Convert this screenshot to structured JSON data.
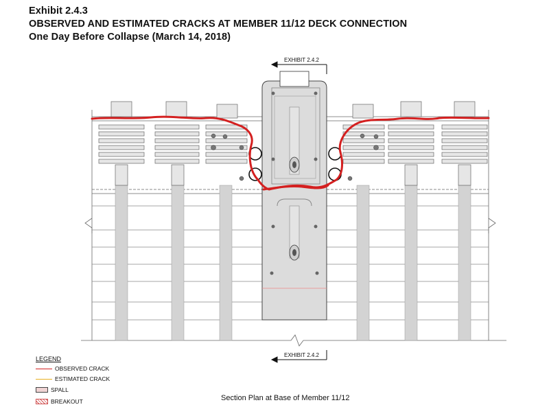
{
  "header": {
    "exhibit": "Exhibit 2.4.3",
    "title": "OBSERVED AND ESTIMATED CRACKS AT MEMBER 11/12 DECK CONNECTION",
    "subtitle": "One Day Before Collapse (March 14, 2018)"
  },
  "section_cut": {
    "top_label": "EXHIBIT 2.4.2",
    "bottom_label": "EXHIBIT 2.4.2"
  },
  "legend": {
    "title": "LEGEND",
    "items": [
      {
        "label": "OBSERVED CRACK",
        "style": "line",
        "color": "#d42020"
      },
      {
        "label": "ESTIMATED CRACK",
        "style": "line",
        "color": "#e8b020"
      },
      {
        "label": "SPALL",
        "style": "fill",
        "color": "#f0d4d4"
      },
      {
        "label": "BREAKOUT",
        "style": "hatch",
        "color": "#d05050"
      }
    ]
  },
  "caption": "Section Plan at Base of Member 11/12",
  "colors": {
    "observed_crack": "#d42020",
    "estimated_crack": "#e8b020",
    "member_fill": "#d8d8d8",
    "linework": "#555555"
  }
}
